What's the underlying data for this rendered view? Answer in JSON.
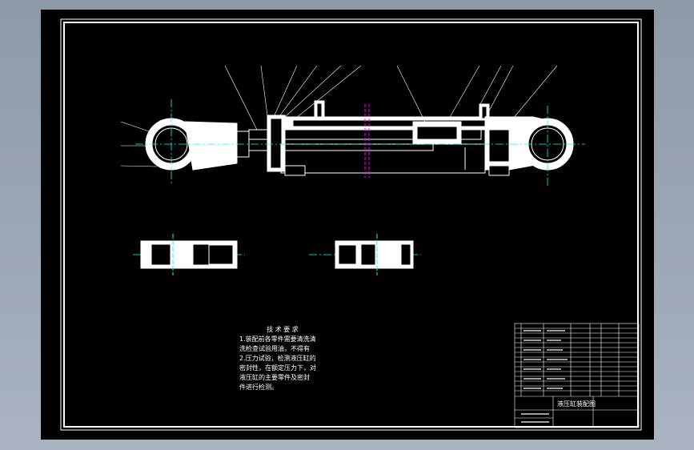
{
  "technical_requirements": {
    "title": "技 术 要 求",
    "lines": [
      "1.装配前各零件需要清洗清",
      "洗检查试验用油，不得有",
      "2.压力试验，检测液压缸的",
      "密封性，在额定压力下，对",
      "液压缸的主要零件及密封",
      "件进行检测。"
    ]
  },
  "title_block": {
    "drawing_name": "液压缸装配图"
  },
  "colors": {
    "background": "#000000",
    "lines": "#ffffff",
    "centerline": "#00ffff",
    "section_mark": "#ff00ff",
    "frame_outer": "#a9b3c1"
  }
}
